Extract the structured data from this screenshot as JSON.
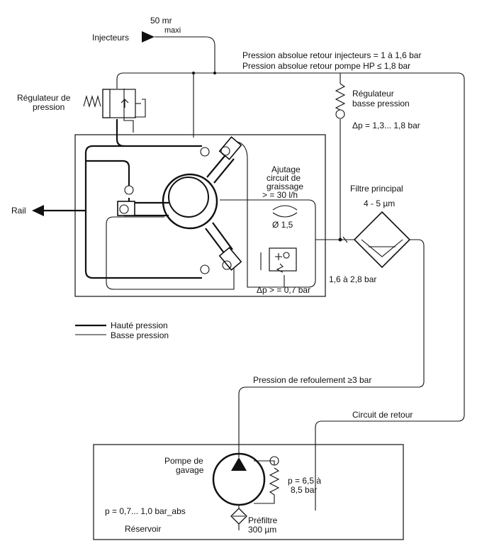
{
  "labels": {
    "injecteurs": "Injecteurs",
    "injector_flow_1": "50 mr",
    "injector_flow_2": "maxi",
    "p_retour_inj": "Pression absolue retour injecteurs = 1 à 1,6 bar",
    "p_retour_pompe": "Pression absolue retour pompe HP  ≤ 1,8 bar",
    "regulateur_pression_1": "Régulateur de",
    "regulateur_pression_2": "pression",
    "regulateur_bp_1": "Régulateur",
    "regulateur_bp_2": "basse pression",
    "delta_p_bp": "Δp = 1,3... 1,8 bar",
    "ajutage_1": "Ajutage",
    "ajutage_2": "circuit de",
    "ajutage_3": "graissage",
    "ajutage_4": "> = 30 l/h",
    "diametre": "Ø 1,5",
    "filtre_1": "Filtre principal",
    "filtre_2": "4 - 5 µm",
    "rail": "Rail",
    "delta_p_valve": "Δp > = 0,7 bar",
    "p_filtre": "1,6 à 2,8 bar",
    "legend_hp": "Hauté pression",
    "legend_bp": "Basse pression",
    "p_refoulement": "Pression de refoulement ≥3 bar",
    "circuit_retour": "Circuit de retour",
    "pompe_1": "Pompe de",
    "pompe_2": "gavage",
    "p_pompe_1": "p = 6,5 à",
    "p_pompe_2": "8,5 bar",
    "p_reservoir": "p = 0,7... 1,0 bar_abs",
    "reservoir": "Réservoir",
    "prefiltre_1": "Préfiltre",
    "prefiltre_2": "300 µm"
  },
  "colors": {
    "ink": "#111111",
    "background": "#ffffff"
  }
}
